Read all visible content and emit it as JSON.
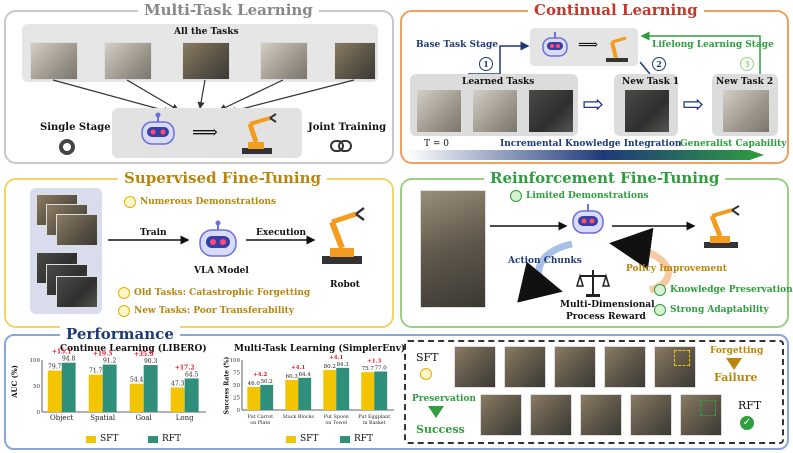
{
  "mtl": {
    "title": "Multi-Task Learning",
    "all_tasks": "All the Tasks",
    "single_stage": "Single Stage",
    "joint_training": "Joint Training"
  },
  "cl": {
    "title": "Continual Learning",
    "base_task_stage": "Base Task Stage",
    "lifelong_stage": "Lifelong Learning Stage",
    "step1": "1",
    "step2": "2",
    "step3": "3",
    "learned_tasks": "Learned Tasks",
    "new_task1": "New Task 1",
    "new_task2": "New Task 2",
    "t0": "T = 0",
    "incremental": "Incremental Knowledge Integration",
    "generalist": "Generalist Capability"
  },
  "sft": {
    "title": "Supervised Fine-Tuning",
    "numerous": "Numerous Demonstrations",
    "train": "Train",
    "execution": "Execution",
    "vla_model": "VLA Model",
    "robot": "Robot",
    "old_tasks": "Old Tasks: Catastrophic Forgetting",
    "new_tasks": "New Tasks: Poor Transferability"
  },
  "rft": {
    "title": "Reinforcement Fine-Tuning",
    "limited": "Limited Demonstrations",
    "action_chunks": "Action Chunks",
    "policy_improvement": "Policy Improvement",
    "reward_line1": "Multi-Dimensional",
    "reward_line2": "Process Reward",
    "knowledge_preservation": "Knowledge Preservation",
    "strong_adaptability": "Strong Adaptability"
  },
  "perf": {
    "title": "Performance",
    "sft_label": "SFT",
    "rft_label": "RFT",
    "forgetting": "Forgetting",
    "failure": "Failure",
    "preservation": "Preservation",
    "success": "Success"
  },
  "colors": {
    "sft": "#f2c500",
    "rft": "#2f8f7a",
    "delta": "#e8192c",
    "mtl_border": "#c8c8c8",
    "cl_border": "#f0a060",
    "sft_border": "#f3d36a",
    "rft_border": "#9dcf83",
    "perf_border": "#8aa6d6",
    "gold": "#b8860b",
    "green": "#2e9e3e",
    "navy": "#1f3a7a"
  },
  "chart_data": [
    {
      "type": "bar",
      "title": "Continue Learning (LIBERO)",
      "ylabel": "AUC (%)",
      "categories": [
        "Object",
        "Spatial",
        "Goal",
        "Long"
      ],
      "series": [
        {
          "name": "SFT",
          "values": [
            79.7,
            71.7,
            54.4,
            47.3
          ]
        },
        {
          "name": "RFT",
          "values": [
            94.8,
            91.2,
            90.3,
            64.5
          ]
        }
      ],
      "deltas": [
        "+15.1",
        "+19.5",
        "+35.9",
        "+17.2"
      ],
      "ylim": [
        0,
        100
      ],
      "yticks": [
        0,
        50,
        100
      ],
      "legend": "bottom"
    },
    {
      "type": "bar",
      "title": "Multi-Task Learning (SimplerEnv)",
      "ylabel": "Success Rate (%)",
      "categories": [
        "Put Carrot on Plate",
        "Stack Blocks",
        "Put Spoon on Towel",
        "Put Eggplant in Basket"
      ],
      "series": [
        {
          "name": "SFT",
          "values": [
            46.0,
            60.3,
            80.2,
            75.7
          ]
        },
        {
          "name": "RFT",
          "values": [
            50.2,
            64.4,
            84.3,
            77.0
          ]
        }
      ],
      "deltas": [
        "+4.2",
        "+4.1",
        "+4.1",
        "+1.3"
      ],
      "ylim": [
        0,
        100
      ],
      "yticks": [
        0,
        25,
        50,
        75,
        100
      ],
      "legend": "bottom"
    }
  ]
}
